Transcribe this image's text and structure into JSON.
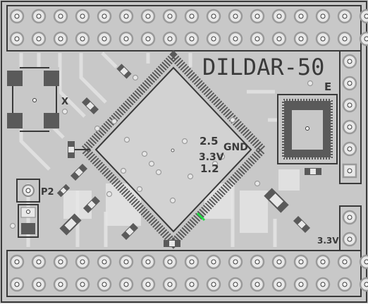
{
  "board": {
    "title": "DILDAR-50",
    "colors": {
      "background": "#c8c8c8",
      "silkscreen": "#3a3a3a",
      "trace": "#e8e8e8",
      "pad_ring": "#a0a0a0",
      "highlight": "#22dd44"
    }
  },
  "labels": {
    "x_mark": "X",
    "p2": "P2",
    "e_mark": "E",
    "v25": "2.5",
    "gnd": "GND",
    "v33_core": "3.3V",
    "v12": "1.2",
    "v33_edge": "3.3V"
  },
  "headers": {
    "top_rows": 2,
    "bottom_rows": 2,
    "pins_per_row": 17,
    "right_column_pins": 6,
    "right_lower_pins": 2
  },
  "icons": {
    "pin": "through-hole-pad-icon",
    "chip": "qfp-chip-icon",
    "button": "tactile-switch-icon",
    "smd": "smd-component-icon"
  }
}
